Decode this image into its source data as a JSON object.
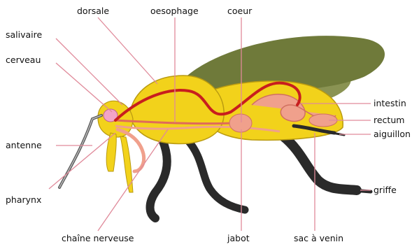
{
  "labels": {
    "dorsale": "dorsale",
    "oesophage": "oesophage",
    "coeur": "coeur",
    "salivaire": "salivaire",
    "cerveau": "cerveau",
    "antenne": "antenne",
    "pharynx": "pharynx",
    "chaine_nerveuse": "chaîne nerveuse",
    "jabot": "jabot",
    "sac_a_venin": "sac à venin",
    "intestin": "intestin",
    "rectum": "rectum",
    "aiguillon": "aiguillon",
    "griffe": "griffe"
  },
  "colors": {
    "body": "#f2d21b",
    "body_outline": "#b99a10",
    "wing": "#6f7a3a",
    "legs": "#2a2a2a",
    "organs": "#f0a08c",
    "vessel": "#c81e1e",
    "leader": "#e08a9a"
  }
}
